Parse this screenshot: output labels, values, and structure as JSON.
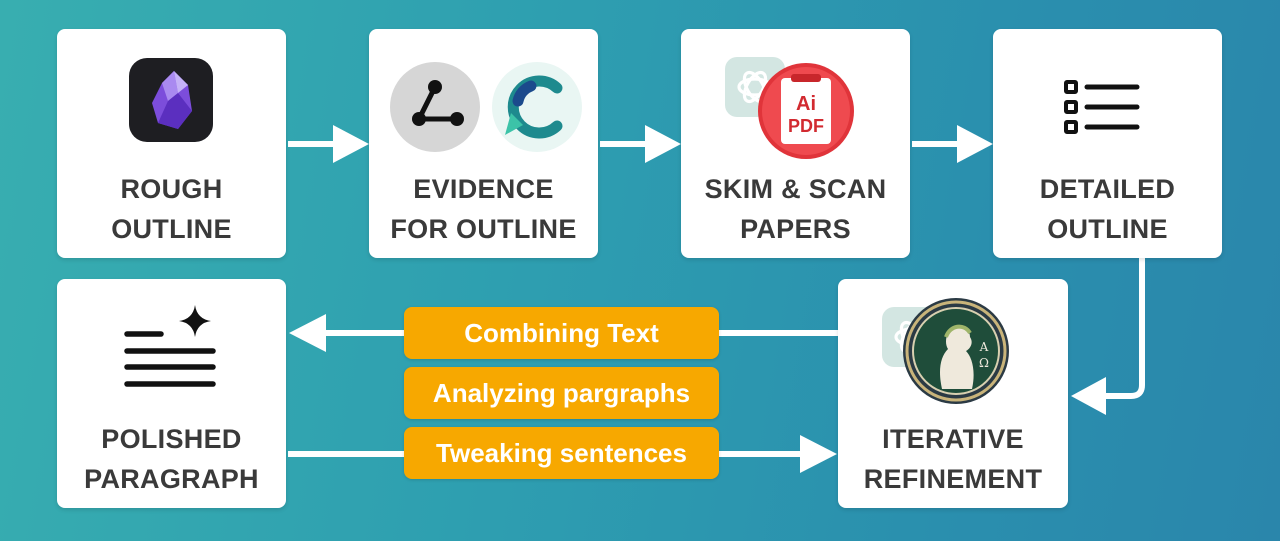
{
  "steps": [
    {
      "line1": "ROUGH",
      "line2": "OUTLINE",
      "icon": "obsidian-app-icon"
    },
    {
      "line1": "EVIDENCE",
      "line2": "FOR OUTLINE",
      "icon": "citation-graph-and-consensus-icons"
    },
    {
      "line1": "SKIM & SCAN",
      "line2": "PAPERS",
      "icon": "ai-pdf-icon"
    },
    {
      "line1": "DETAILED",
      "line2": "OUTLINE",
      "icon": "checklist-icon"
    },
    {
      "line1": "ITERATIVE",
      "line2": "REFINEMENT",
      "icon": "writing-medallion-icon"
    },
    {
      "line1": "POLISHED",
      "line2": "PARAGRAPH",
      "icon": "sparkle-text-icon"
    }
  ],
  "actions": [
    {
      "label": "Combining Text"
    },
    {
      "label": "Analyzing pargraphs"
    },
    {
      "label": "Tweaking sentences"
    }
  ],
  "icon_text": {
    "ai_pdf_top": "Ai",
    "ai_pdf_bottom": "PDF"
  },
  "colors": {
    "card": "#ffffff",
    "pill": "#f7a800",
    "arrow": "#ffffff",
    "label": "#3a3a3a",
    "obsidian": "#7c4ddb",
    "consensus_teal": "#1e8a8e",
    "pdf_red": "#e0343a"
  }
}
